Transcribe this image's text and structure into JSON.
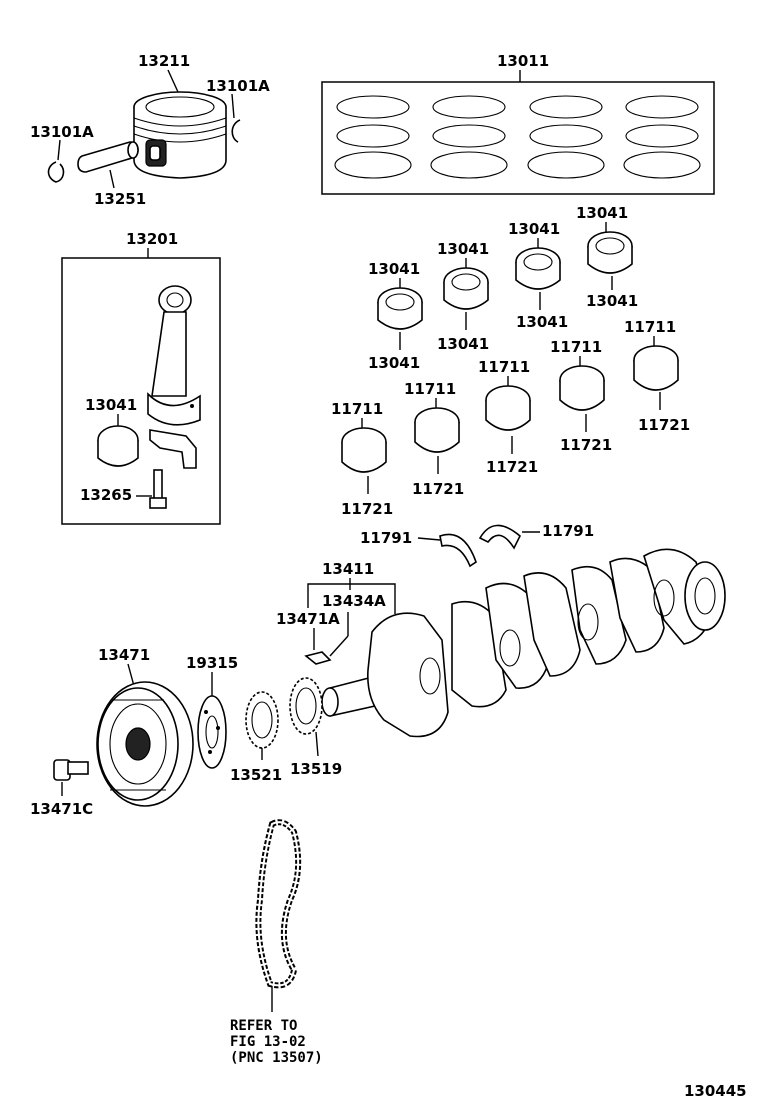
{
  "labels": {
    "piston": "13211",
    "snap_ring_right": "13101A",
    "snap_ring_left": "13101A",
    "piston_pin": "13251",
    "ring_set": "13011",
    "con_rod": "13201",
    "rod_bearing_in_box": "13041",
    "rod_bolt": "13265",
    "bearing_upper_1": "13041",
    "bearing_lower_1": "13041",
    "bearing_upper_2": "13041",
    "bearing_lower_2": "13041",
    "bearing_upper_3": "13041",
    "bearing_lower_3": "13041",
    "bearing_upper_4": "13041",
    "bearing_lower_4": "13041",
    "main_upper_1": "11711",
    "main_lower_1": "11721",
    "main_upper_2": "11711",
    "main_lower_2": "11721",
    "main_upper_3": "11711",
    "main_lower_3": "11721",
    "main_upper_4": "11711",
    "main_lower_4": "11721",
    "main_upper_5": "11711",
    "main_lower_5": "11721",
    "thrust_washer_left": "11791",
    "thrust_washer_right": "11791",
    "crankshaft": "13411",
    "crank_pin": "13434A",
    "pulley_key": "13471A",
    "pulley": "13471",
    "pulley_bolt": "13471C",
    "signal_plate": "19315",
    "crank_gear": "13521",
    "timing_sprocket": "13519",
    "diagram_number": "130445"
  },
  "refer_note": {
    "line1": "REFER TO",
    "line2": "FIG 13-02",
    "line3": "(PNC 13507)"
  }
}
